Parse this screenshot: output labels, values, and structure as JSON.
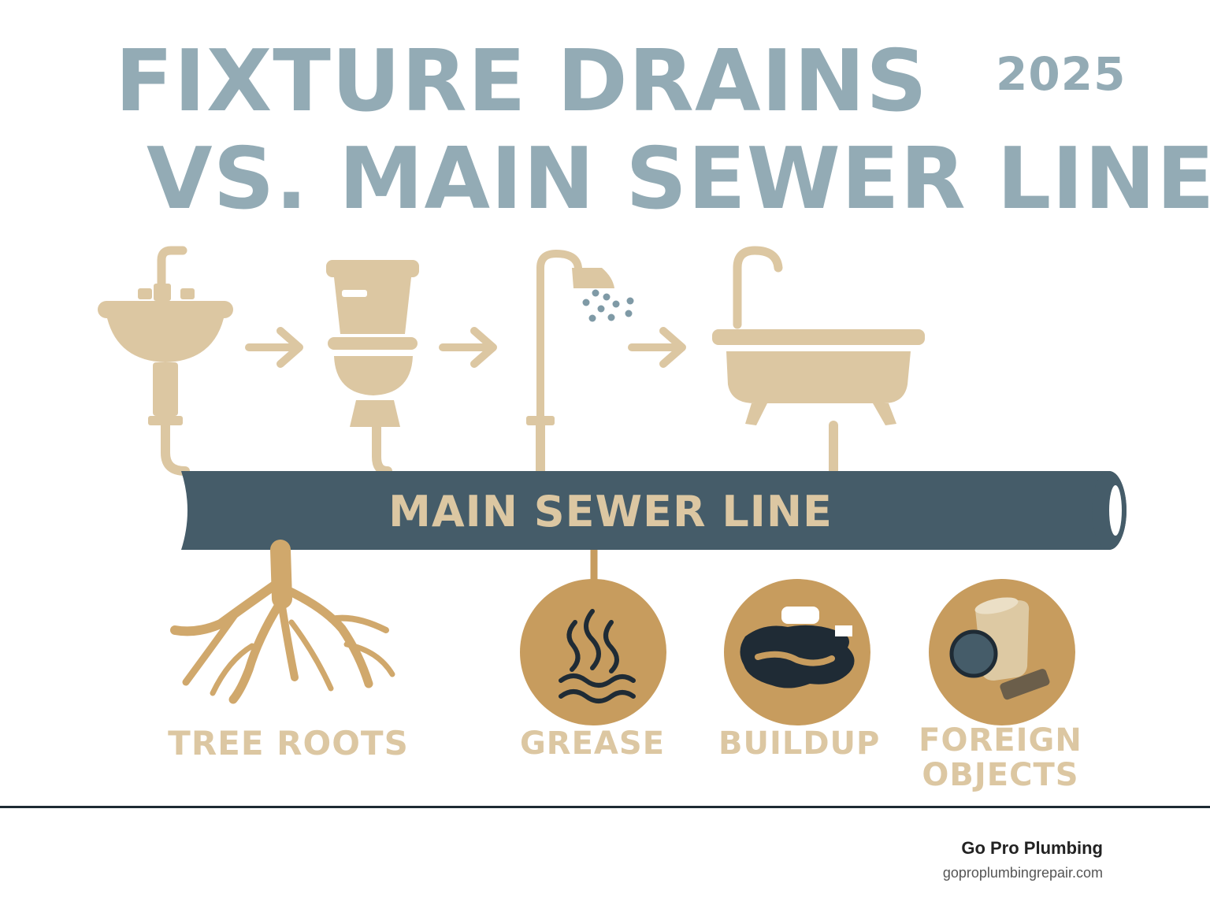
{
  "title": {
    "line1": "FIXTURE DRAINS",
    "line2": "VS. MAIN SEWER LINE",
    "year": "2025"
  },
  "pipe": {
    "label": "MAIN SEWER LINE"
  },
  "fixtures": [
    "sink-icon",
    "toilet-icon",
    "shower-icon",
    "bathtub-icon"
  ],
  "problems": {
    "roots": "TREE ROOTS",
    "grease": "GREASE",
    "buildup": "BUILDUP",
    "foreign": "FOREIGN OBJECTS"
  },
  "footer": {
    "brand": "Go Pro Plumbing",
    "site": "goproplumbingrepair.com"
  },
  "colors": {
    "title": "#93abb5",
    "fixture": "#dcc7a2",
    "pipe": "#455c69",
    "circle": "#c79c5e",
    "dark": "#1f2b35"
  }
}
